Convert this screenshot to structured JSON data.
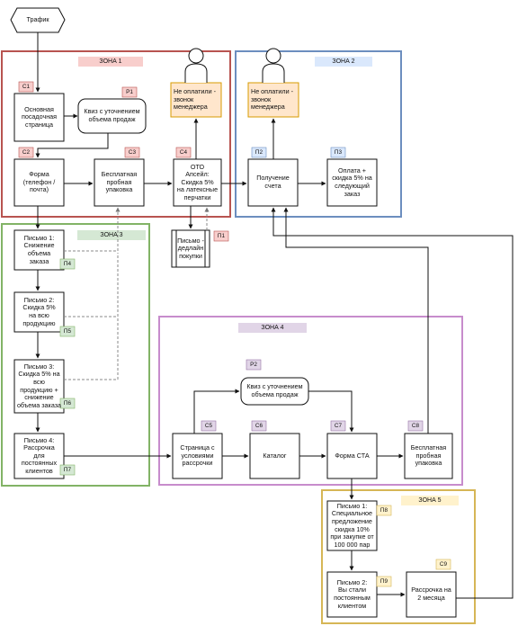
{
  "start": "Трафик",
  "zones": [
    {
      "id": "z1",
      "label": "ЗОНА 1",
      "color": "#b85450",
      "fill": "#f8cecc"
    },
    {
      "id": "z2",
      "label": "ЗОНА 2",
      "color": "#6c8ebf",
      "fill": "#dae8fc"
    },
    {
      "id": "z3",
      "label": "ЗОНА 3",
      "color": "#82b366",
      "fill": "#d5e8d4"
    },
    {
      "id": "z4",
      "label": "ЗОНА 4",
      "color": "#9673a6",
      "fill": "#e1d5e7"
    },
    {
      "id": "z5",
      "label": "ЗОНА 5",
      "color": "#d6b656",
      "fill": "#fff2cc"
    }
  ],
  "nodes": {
    "c1": {
      "tag": "С1",
      "text": "Основная\nпосадочная\nстраница"
    },
    "p1": {
      "tag": "Р1",
      "text": "Квиз с уточнением\nобъема продаж"
    },
    "call1": {
      "text": "Не оплатили -\nзвонок\nменеджера"
    },
    "call2": {
      "text": "Не оплатили -\nзвонок\nменеджера"
    },
    "c2": {
      "tag": "С2",
      "text": "Форма\n(телефон /\nпочта)"
    },
    "c3": {
      "tag": "С3",
      "text": "Бесплатная\nпробная\nупаковка"
    },
    "c4": {
      "tag": "С4",
      "text": "ОТО\nАпсейл:\nСкидка 5%\nна латексные\nперчатки"
    },
    "p2z2": {
      "tag": "П2",
      "text": "Получение\nсчета"
    },
    "p3": {
      "tag": "П3",
      "text": "Оплата +\nскидка 5% на\nследующий\nзаказ"
    },
    "p1letter": {
      "tag": "П1",
      "text": "Письмо -\nдедлайн\nпокупки"
    },
    "l1": {
      "tag": "П4",
      "text": "Письмо 1:\nСнижение\nобъема\nзаказа"
    },
    "l2": {
      "tag": "П5",
      "text": "Письмо 2:\nСкидка 5%\nна всю\nпродукцию"
    },
    "l3": {
      "tag": "П6",
      "text": "Письмо 3:\nСкидка 5% на\nвсю\nпродукцию +\nснижение\nобъема заказа"
    },
    "l4": {
      "tag": "П7",
      "text": "Письмо 4:\nРассрочка\nдля\nпостоянных\nклиентов"
    },
    "r2": {
      "tag": "Р2",
      "text": "Квиз с уточнением\nобъема продаж"
    },
    "c5": {
      "tag": "С5",
      "text": "Страница с\nусловиями\nрассрочки"
    },
    "c6": {
      "tag": "С6",
      "text": "Каталог"
    },
    "c7": {
      "tag": "С7",
      "text": "Форма СТА"
    },
    "c8": {
      "tag": "С8",
      "text": "Бесплатная\nпробная\nупаковка"
    },
    "p8": {
      "tag": "П8",
      "text": "Письмо 1:\nСпециальное\nпредложение\nскидка 10%\nпри закупке от\n100 000 пар"
    },
    "p9": {
      "tag": "П9",
      "text": "Письмо 2:\nВы стали\nпостоянным\nклиентом"
    },
    "c9": {
      "tag": "С9",
      "text": "Рассрочка на\n2 месяца"
    }
  }
}
